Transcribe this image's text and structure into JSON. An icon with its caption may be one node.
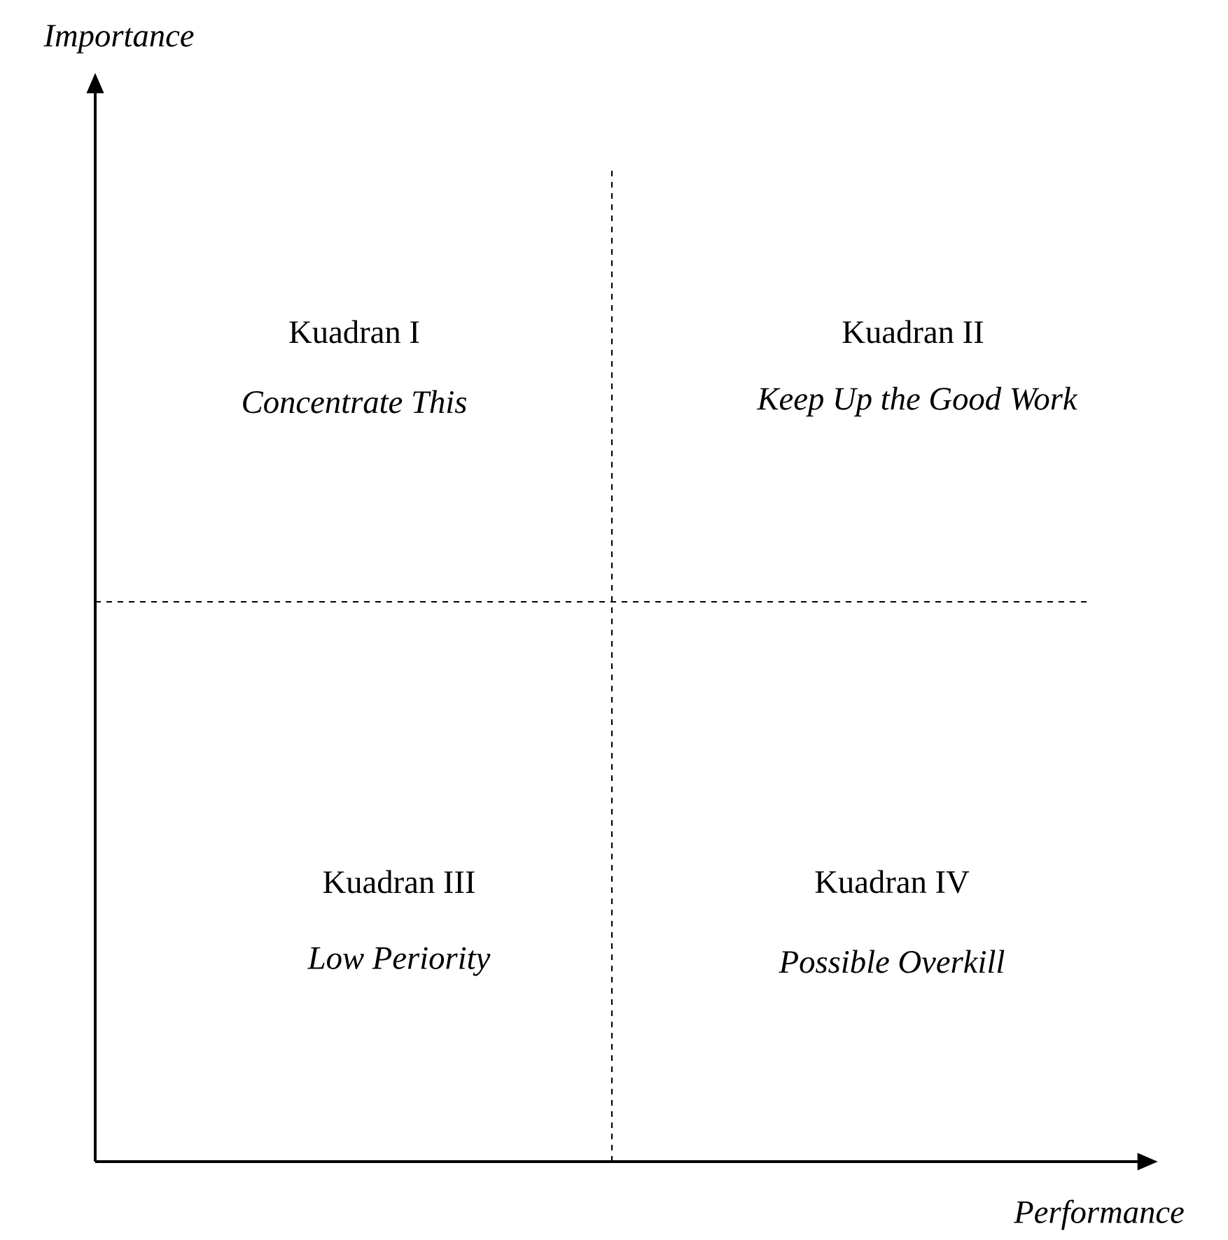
{
  "diagram": {
    "labels": [
      "Importance",
      "Kuadran I",
      "Concentrate This",
      "Kuadran II",
      "Keep Up the Good Work",
      "Kuadran III",
      "Low Periority",
      "Kuadran IV",
      "Possible Overkill",
      "Performance"
    ]
  }
}
